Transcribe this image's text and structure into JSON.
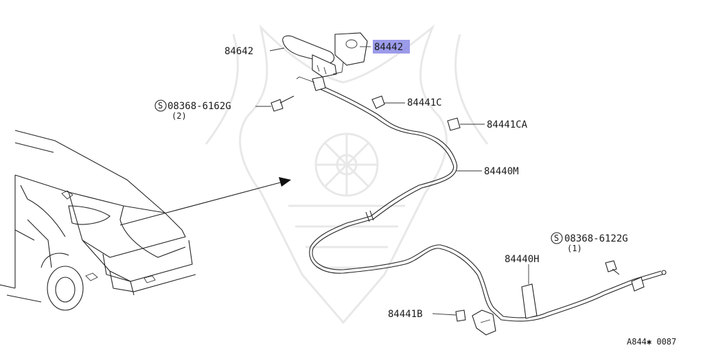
{
  "callouts": {
    "p84642": "84642",
    "p84442": "84442",
    "bolt_top": "08368-6162G",
    "bolt_top_qty": "(2)",
    "p84441C": "84441C",
    "p84441CA": "84441CA",
    "p84440M": "84440M",
    "bolt_bottom": "08368-6122G",
    "bolt_bottom_qty": "(1)",
    "p84440H": "84440H",
    "p84441B": "84441B",
    "screw_symbol": "S"
  },
  "footer": {
    "diagram_code": "A844✱ 0087"
  },
  "colors": {
    "highlight": "#8a8ae6",
    "line": "#222222",
    "watermark": "#eeeeee"
  },
  "icons": [
    "screw-symbol-icon",
    "car-outline-icon",
    "pointer-arrow-icon"
  ]
}
